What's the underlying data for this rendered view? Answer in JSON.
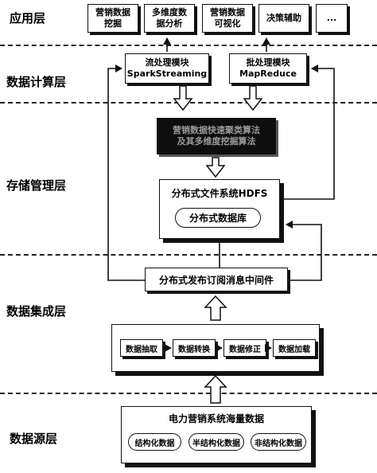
{
  "layers": {
    "application": "应用层",
    "compute": "数据计算层",
    "storage": "存储管理层",
    "integration": "数据集成层",
    "source": "数据源层"
  },
  "application_boxes": {
    "mining_1": "营销数据",
    "mining_2": "挖掘",
    "multidim_1": "多维度数",
    "multidim_2": "据分析",
    "visual_1": "营销数据",
    "visual_2": "可视化",
    "decision": "决策辅助",
    "more": "..."
  },
  "compute": {
    "stream_1": "流处理模块",
    "stream_2": "SparkStreaming",
    "batch_1": "批处理模块",
    "batch_2": "MapReduce",
    "algorithm_1": "营销数据快速聚类算法",
    "algorithm_2": "及其多维度挖掘算法"
  },
  "storage": {
    "hdfs": "分布式文件系统HDFS",
    "database": "分布式数据库"
  },
  "middleware": "分布式发布订阅消息中间件",
  "integration": {
    "extract": "数据抽取",
    "convert": "数据转换",
    "correct": "数据修正",
    "load": "数据加载"
  },
  "source": {
    "title": "电力营销系统海量数据",
    "structured": "结构化数据",
    "semi": "半结构化数据",
    "unstructured": "非结构化数据"
  }
}
